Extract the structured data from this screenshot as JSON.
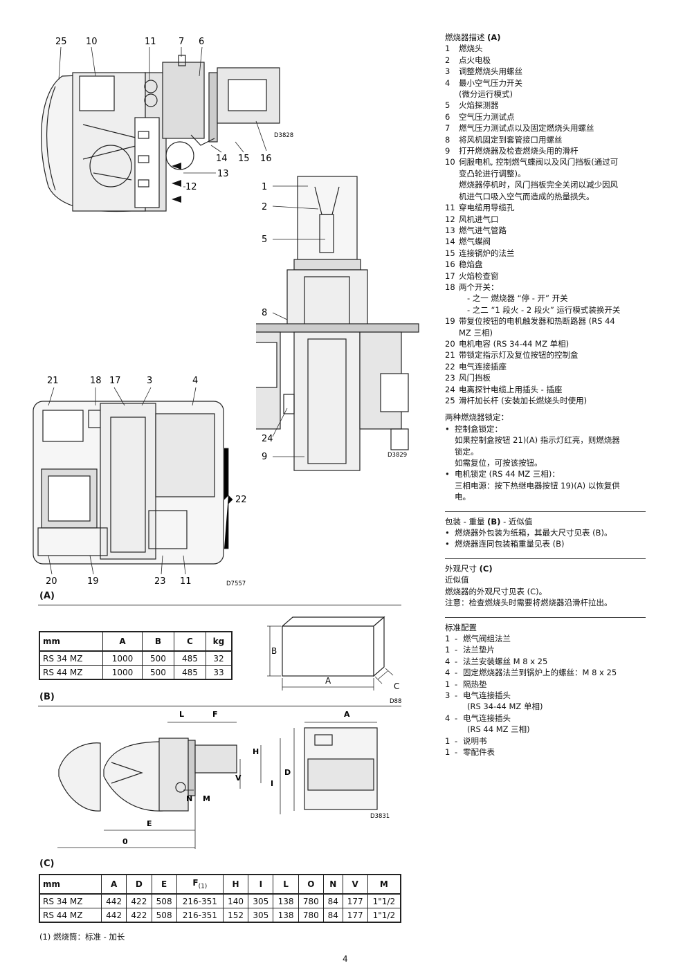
{
  "fig_a": {
    "label": "(A)",
    "left_top_callouts": [
      "25",
      "10",
      "11",
      "7",
      "6"
    ],
    "left_bottom_callouts": [
      "14",
      "15",
      "16"
    ],
    "side_callouts": [
      "13",
      "12"
    ],
    "code_top": "D3828",
    "center_callouts": [
      "1",
      "2",
      "5",
      "8",
      "24",
      "9"
    ],
    "code_center": "D3829",
    "box_top_callouts": [
      "21",
      "18",
      "17",
      "3",
      "4"
    ],
    "box_side_callout": "22",
    "box_bottom_callouts": [
      "20",
      "19",
      "23",
      "11"
    ],
    "code_box": "D7557"
  },
  "fig_b": {
    "label": "(B)",
    "code": "D88",
    "dims": {
      "a": "A",
      "b": "B",
      "c": "C"
    },
    "headers": [
      "mm",
      "A",
      "B",
      "C",
      "kg"
    ],
    "rows": [
      [
        "RS 34 MZ",
        "1000",
        "500",
        "485",
        "32"
      ],
      [
        "RS 44 MZ",
        "1000",
        "500",
        "485",
        "33"
      ]
    ]
  },
  "fig_c": {
    "label": "(C)",
    "code": "D3831",
    "dims": {
      "l": "L",
      "f": "F",
      "a": "A",
      "h": "H",
      "v": "V",
      "i": "I",
      "d": "D",
      "n": "N",
      "m": "M",
      "e": "E",
      "o": "0"
    },
    "headers": [
      "mm",
      "A",
      "D",
      "E",
      "F",
      "(1)",
      "H",
      "I",
      "L",
      "O",
      "N",
      "V",
      "M"
    ],
    "rows": [
      [
        "RS 34 MZ",
        "442",
        "422",
        "508",
        "216-351",
        "140",
        "305",
        "138",
        "780",
        "84",
        "177",
        "1\"1/2"
      ],
      [
        "RS 44 MZ",
        "442",
        "422",
        "508",
        "216-351",
        "152",
        "305",
        "138",
        "780",
        "84",
        "177",
        "1\"1/2"
      ]
    ],
    "footnote": "(1) 燃烧筒：标准 - 加长"
  },
  "description": {
    "title": "燃烧器描述",
    "title_ref": "(A)",
    "items": [
      {
        "n": "1",
        "t": "燃烧头"
      },
      {
        "n": "2",
        "t": "点火电极"
      },
      {
        "n": "3",
        "t": "调整燃烧头用螺丝"
      },
      {
        "n": "4",
        "t": "最小空气压力开关"
      },
      {
        "n": "",
        "t": "(微分运行模式)"
      },
      {
        "n": "5",
        "t": "火焰探测器"
      },
      {
        "n": "6",
        "t": "空气压力测试点"
      },
      {
        "n": "7",
        "t": "燃气压力测试点以及固定燃烧头用螺丝"
      },
      {
        "n": "8",
        "t": "将风机固定到套管接口用螺丝"
      },
      {
        "n": "9",
        "t": "打开燃烧器及检查燃烧头用的滑杆"
      },
      {
        "n": "10",
        "t": "伺服电机, 控制燃气蝶阀以及风门挡板(通过可"
      },
      {
        "n": "",
        "t": "变凸轮进行调整)。"
      },
      {
        "n": "",
        "t": "燃烧器停机时，风门挡板完全关闭以减少因风"
      },
      {
        "n": "",
        "t": "机进气口吸入空气而造成的热量损失。"
      },
      {
        "n": "11",
        "t": "穿电缆用导缆孔"
      },
      {
        "n": "12",
        "t": "风机进气口"
      },
      {
        "n": "13",
        "t": "燃气进气管路"
      },
      {
        "n": "14",
        "t": "燃气蝶阀"
      },
      {
        "n": "15",
        "t": "连接锅炉的法兰"
      },
      {
        "n": "16",
        "t": "稳焰盘"
      },
      {
        "n": "17",
        "t": "火焰检查窗"
      },
      {
        "n": "18",
        "t": "两个开关："
      },
      {
        "n": "",
        "t": "- 之一  燃烧器 “停 - 开” 开关",
        "sub": true
      },
      {
        "n": "",
        "t": "- 之二  “1 段火 - 2 段火” 运行模式装换开关",
        "sub": true
      },
      {
        "n": "19",
        "t": "带复位按钮的电机触发器和热断路器 (RS 44"
      },
      {
        "n": "",
        "t": "MZ 三相)"
      },
      {
        "n": "20",
        "t": "电机电容 (RS 34-44 MZ 单相)"
      },
      {
        "n": "21",
        "t": "带锁定指示灯及复位按钮的控制盒"
      },
      {
        "n": "22",
        "t": "电气连接插座"
      },
      {
        "n": "23",
        "t": "风门挡板"
      },
      {
        "n": "24",
        "t": "电离探针电缆上用插头 - 插座"
      },
      {
        "n": "25",
        "t": "滑杆加长杆 (安装加长燃烧头时使用)"
      }
    ]
  },
  "lockout": {
    "title": "两种燃烧器锁定：",
    "items": [
      {
        "lead": "控制盒锁定：",
        "lines": [
          "如果控制盒按钮 21)(A) 指示灯红亮，则燃烧器",
          "锁定。",
          "如需复位，可按该按钮。"
        ]
      },
      {
        "lead": "电机锁定 (RS 44 MZ 三相)：",
        "lines": [
          "三相电源：按下热继电器按钮 19)(A) 以恢复供",
          "电。"
        ]
      }
    ]
  },
  "packaging": {
    "title_pre": "包装 - 重量",
    "title_ref": "(B)",
    "title_post": "- 近似值",
    "items": [
      "燃烧器外包装为纸箱，其最大尺寸见表 (B)。",
      "燃烧器连同包装箱重量见表 (B)"
    ]
  },
  "dimensions": {
    "title_pre": "外观尺寸",
    "title_ref": "(C)",
    "lines": [
      "近似值",
      "燃烧器的外观尺寸见表 (C)。",
      "注意：检查燃烧头时需要将燃烧器沿滑杆拉出。"
    ]
  },
  "standard": {
    "title": "标准配置",
    "items": [
      {
        "q": "1",
        "t": "燃气阀组法兰"
      },
      {
        "q": "1",
        "t": "法兰垫片"
      },
      {
        "q": "4",
        "t": "法兰安装螺丝 M 8 x 25"
      },
      {
        "q": "4",
        "t": "固定燃烧器法兰到锅炉上的螺丝：M 8 x 25"
      },
      {
        "q": "1",
        "t": "隔热垫"
      },
      {
        "q": "3",
        "t": "电气连接插头"
      },
      {
        "q": "",
        "t": "(RS 34-44 MZ 单相)"
      },
      {
        "q": "4",
        "t": "电气连接插头"
      },
      {
        "q": "",
        "t": "(RS 44 MZ 三相)"
      },
      {
        "q": "1",
        "t": "说明书"
      },
      {
        "q": "1",
        "t": "零配件表"
      }
    ]
  },
  "page_number": "4"
}
